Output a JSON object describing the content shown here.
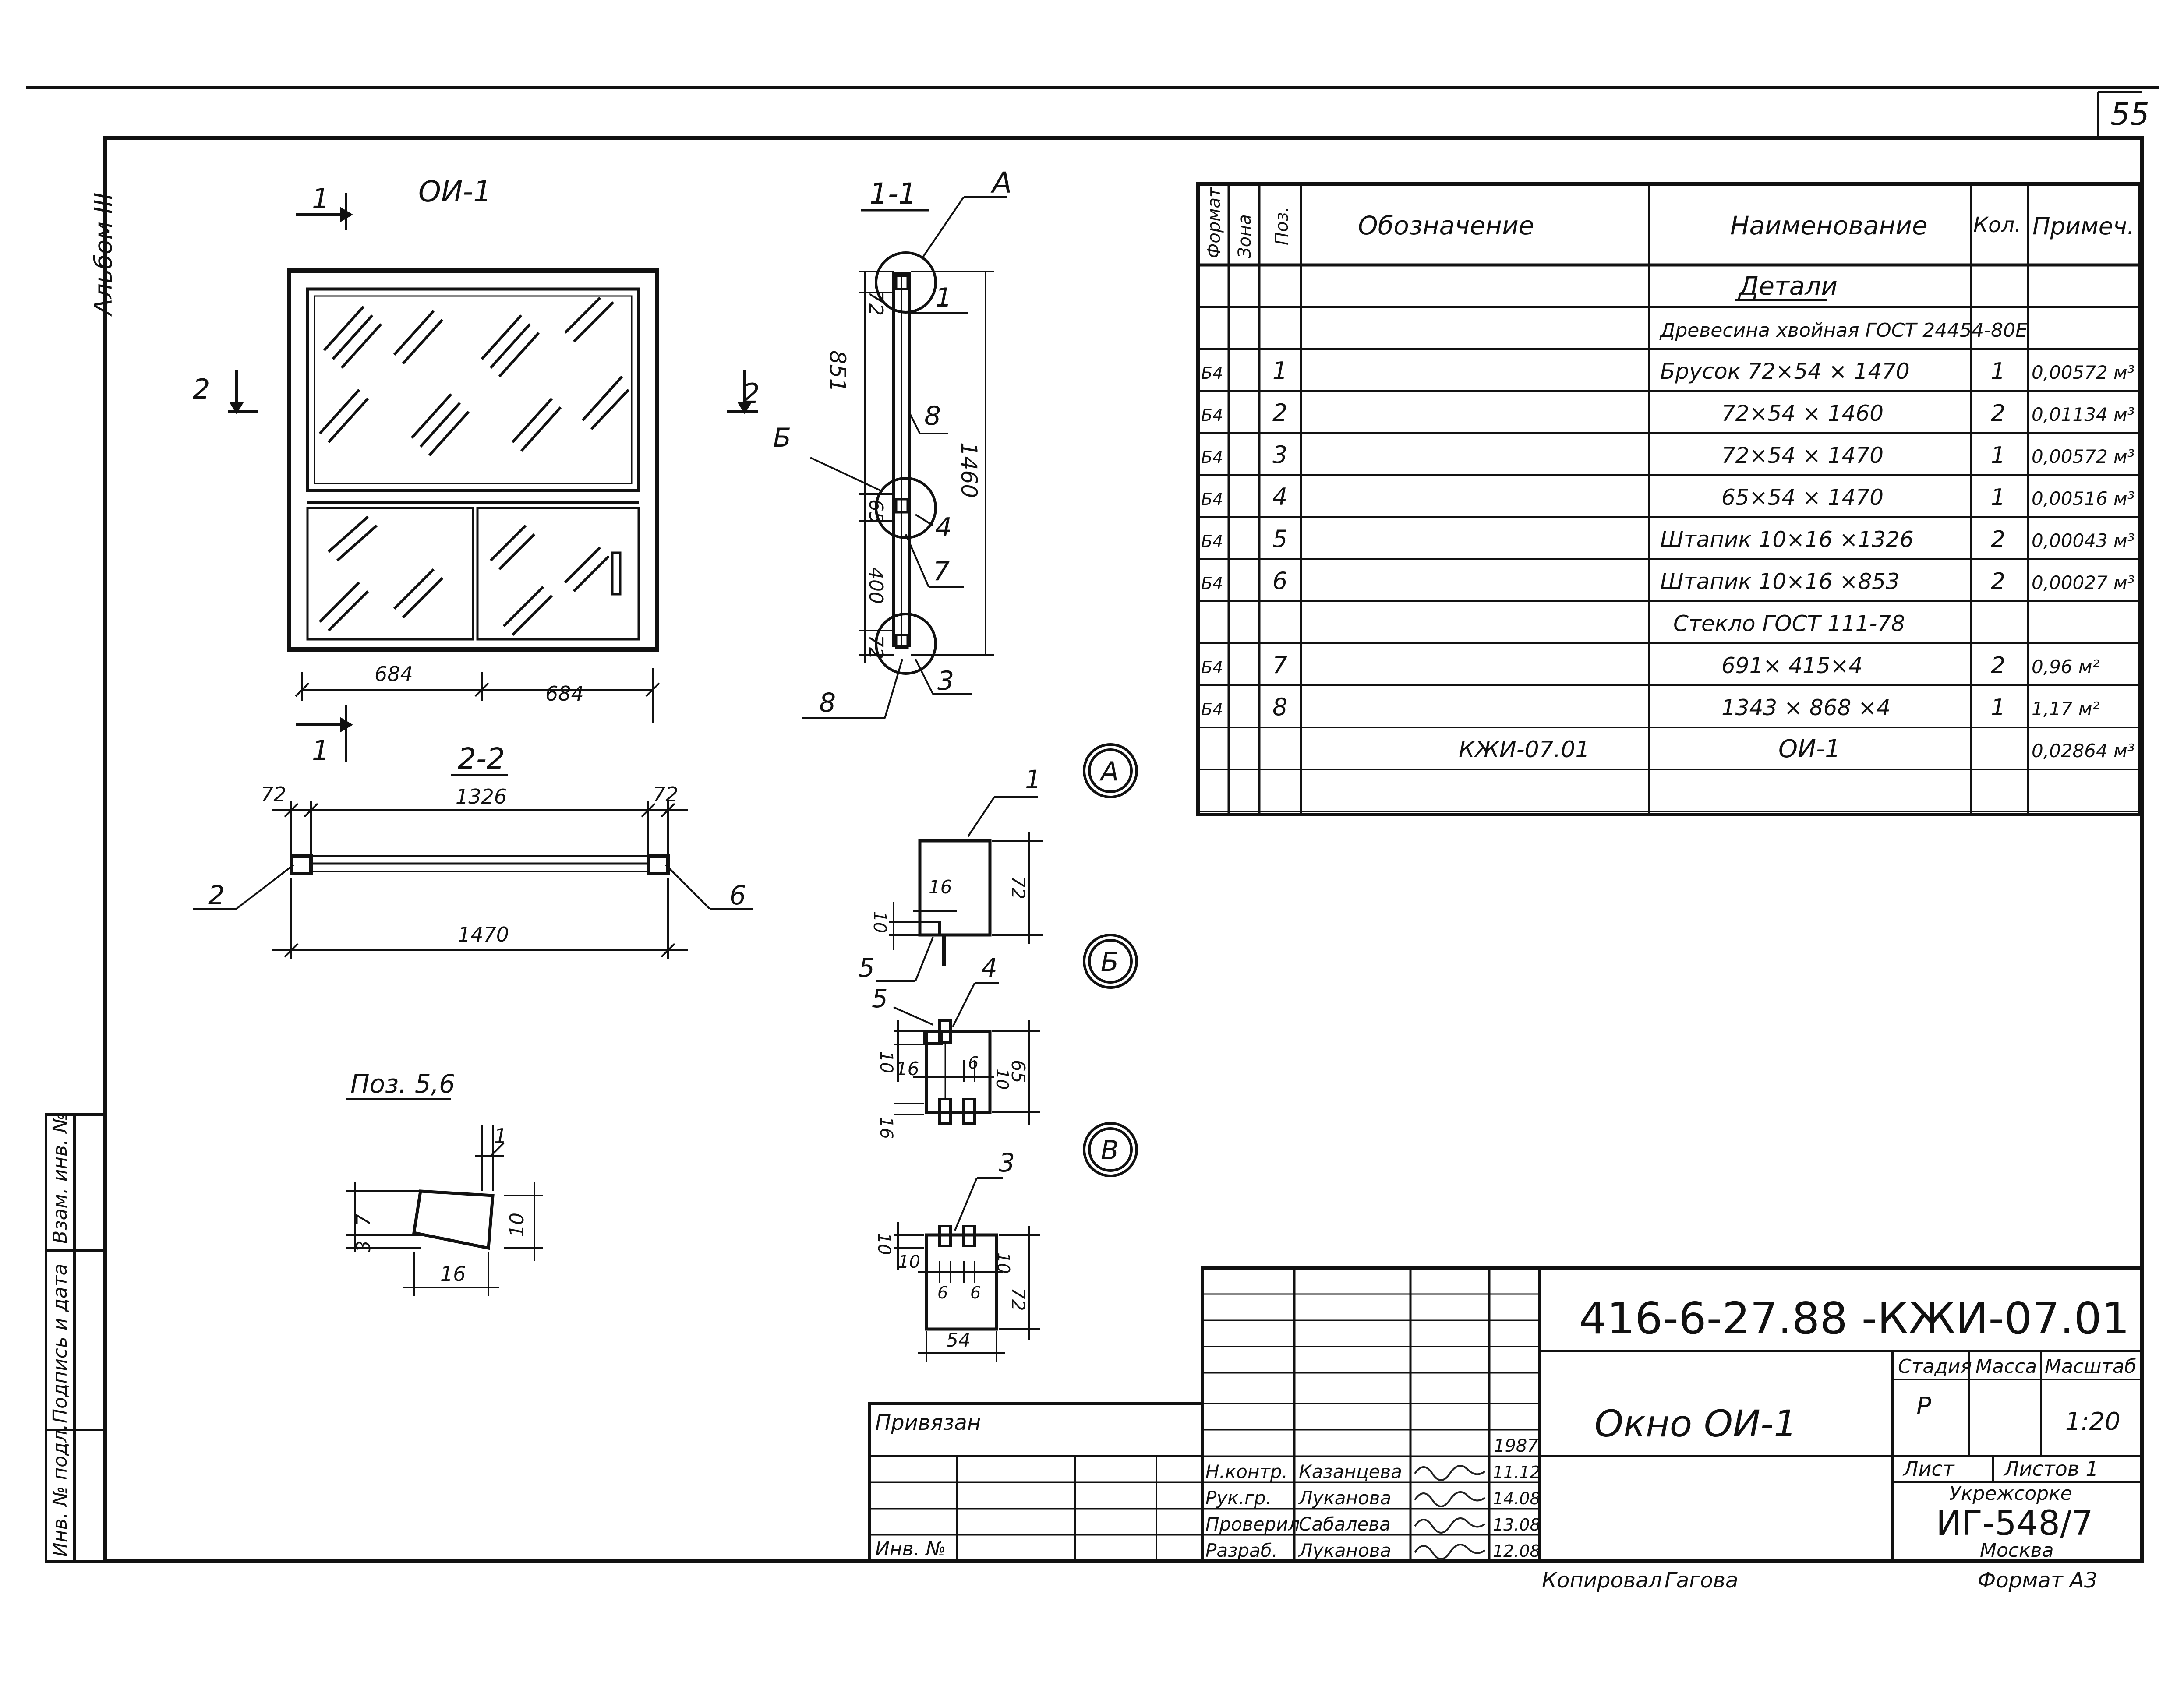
{
  "sheet": {
    "page_number": "55",
    "album": "Альбом III",
    "doc_code": "416-6-27.88 -КЖИ-07.01",
    "doc_title": "Окно ОИ-1",
    "stage_label": "Стадия",
    "mass_label": "Масса",
    "scale_label": "Масштаб",
    "stage": "Р",
    "scale": "1:20",
    "sheet_label": "Лист",
    "sheets_label": "Листов 1",
    "org_line1": "Укрежсорке",
    "org_code": "ИГ-548/7",
    "org_city": "Москва",
    "bound_label": "Привязан",
    "inv_label": "Инв. №",
    "copied_label": "Копировал",
    "copied_by": "Гагова",
    "format_label": "Формат А3"
  },
  "stamp_rows": [
    {
      "role": "Н.контр.",
      "name": "Казанцева",
      "date": "11.12"
    },
    {
      "role": "Рук.гр.",
      "name": "Луканова",
      "date": "14.08"
    },
    {
      "role": "Проверил",
      "name": "Сабалева",
      "date": "13.08"
    },
    {
      "role": "Разраб.",
      "name": "Луканова",
      "date": "12.08"
    }
  ],
  "stamp_year": "1987",
  "left_strip": [
    "Инв. № подл.",
    "Подпись и дата",
    "Взам. инв. №"
  ],
  "views": {
    "front_title": "ОИ-1",
    "section11_title": "1-1",
    "section22_title": "2-2",
    "pos56_title": "Поз. 5,6",
    "cut_marks": [
      "1",
      "1",
      "2",
      "2"
    ],
    "node_A": "А",
    "node_B": "Б",
    "node_V": "В"
  },
  "dims": {
    "front": [
      "684",
      "684"
    ],
    "sec11": [
      "72",
      "851",
      "65",
      "400",
      "72",
      "1460"
    ],
    "sec22": [
      "72",
      "1326",
      "72",
      "1470"
    ],
    "pos56": [
      "1",
      "7",
      "3",
      "10",
      "16"
    ],
    "nodeA": [
      "16",
      "10",
      "72"
    ],
    "nodeB": [
      "10",
      "16",
      "6",
      "10",
      "65",
      "16"
    ],
    "nodeV": [
      "10",
      "10",
      "6",
      "6",
      "10",
      "72",
      "54"
    ]
  },
  "leaders": {
    "sec11": [
      "А",
      "1",
      "8",
      "Б",
      "4",
      "7",
      "8",
      "3"
    ],
    "sec22": [
      "2",
      "6"
    ],
    "nodeA": [
      "1",
      "5"
    ],
    "nodeB": [
      "5",
      "4"
    ],
    "nodeV": [
      "3"
    ],
    "pos56": [
      "1"
    ]
  },
  "spec": {
    "headers": [
      "Формат",
      "Зона",
      "Поз.",
      "Обозначение",
      "Наименование",
      "Кол.",
      "Примеч."
    ],
    "rows": [
      {
        "fmt": "",
        "zone": "",
        "pos": "",
        "desig": "",
        "name": "Детали",
        "qty": "",
        "note": ""
      },
      {
        "fmt": "",
        "zone": "",
        "pos": "",
        "desig": "",
        "name": "Древесина хвойная ГОСТ 24454-80Е",
        "qty": "",
        "note": ""
      },
      {
        "fmt": "Б4",
        "zone": "",
        "pos": "1",
        "desig": "",
        "name": "Брусок 72×54 × 1470",
        "qty": "1",
        "note": "0,00572 м³"
      },
      {
        "fmt": "Б4",
        "zone": "",
        "pos": "2",
        "desig": "",
        "name": "72×54 × 1460",
        "qty": "2",
        "note": "0,01134 м³"
      },
      {
        "fmt": "Б4",
        "zone": "",
        "pos": "3",
        "desig": "",
        "name": "72×54 × 1470",
        "qty": "1",
        "note": "0,00572 м³"
      },
      {
        "fmt": "Б4",
        "zone": "",
        "pos": "4",
        "desig": "",
        "name": "65×54 × 1470",
        "qty": "1",
        "note": "0,00516 м³"
      },
      {
        "fmt": "Б4",
        "zone": "",
        "pos": "5",
        "desig": "",
        "name": "Штапик 10×16 ×1326",
        "qty": "2",
        "note": "0,00043 м³"
      },
      {
        "fmt": "Б4",
        "zone": "",
        "pos": "6",
        "desig": "",
        "name": "Штапик 10×16 ×853",
        "qty": "2",
        "note": "0,00027 м³"
      },
      {
        "fmt": "",
        "zone": "",
        "pos": "",
        "desig": "",
        "name": "Стекло ГОСТ 111-78",
        "qty": "",
        "note": ""
      },
      {
        "fmt": "Б4",
        "zone": "",
        "pos": "7",
        "desig": "",
        "name": "691× 415×4",
        "qty": "2",
        "note": "0,96 м²"
      },
      {
        "fmt": "Б4",
        "zone": "",
        "pos": "8",
        "desig": "",
        "name": "1343 × 868 ×4",
        "qty": "1",
        "note": "1,17 м²"
      },
      {
        "fmt": "",
        "zone": "",
        "pos": "",
        "desig": "КЖИ-07.01",
        "name": "ОИ-1",
        "qty": "",
        "note": "0,02864 м³"
      },
      {
        "fmt": "",
        "zone": "",
        "pos": "",
        "desig": "",
        "name": "",
        "qty": "",
        "note": ""
      }
    ]
  }
}
